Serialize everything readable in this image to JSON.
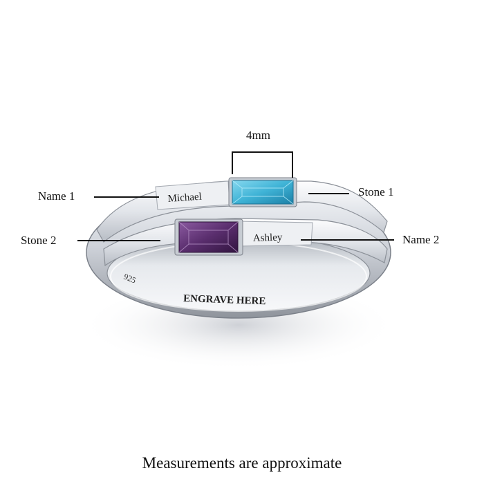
{
  "annotations": {
    "name1": "Name 1",
    "name2": "Name 2",
    "stone1": "Stone 1",
    "stone2": "Stone 2",
    "dimension": "4mm"
  },
  "engravings": {
    "name1_text": "Michael",
    "name2_text": "Ashley",
    "inner_text": "ENGRAVE HERE",
    "hallmark": "925"
  },
  "caption": "Measurements are approximate",
  "colors": {
    "stone1": "#3fb3d6",
    "stone2": "#5a2e6e",
    "metal": "#d9dde4",
    "ink": "#111111"
  }
}
